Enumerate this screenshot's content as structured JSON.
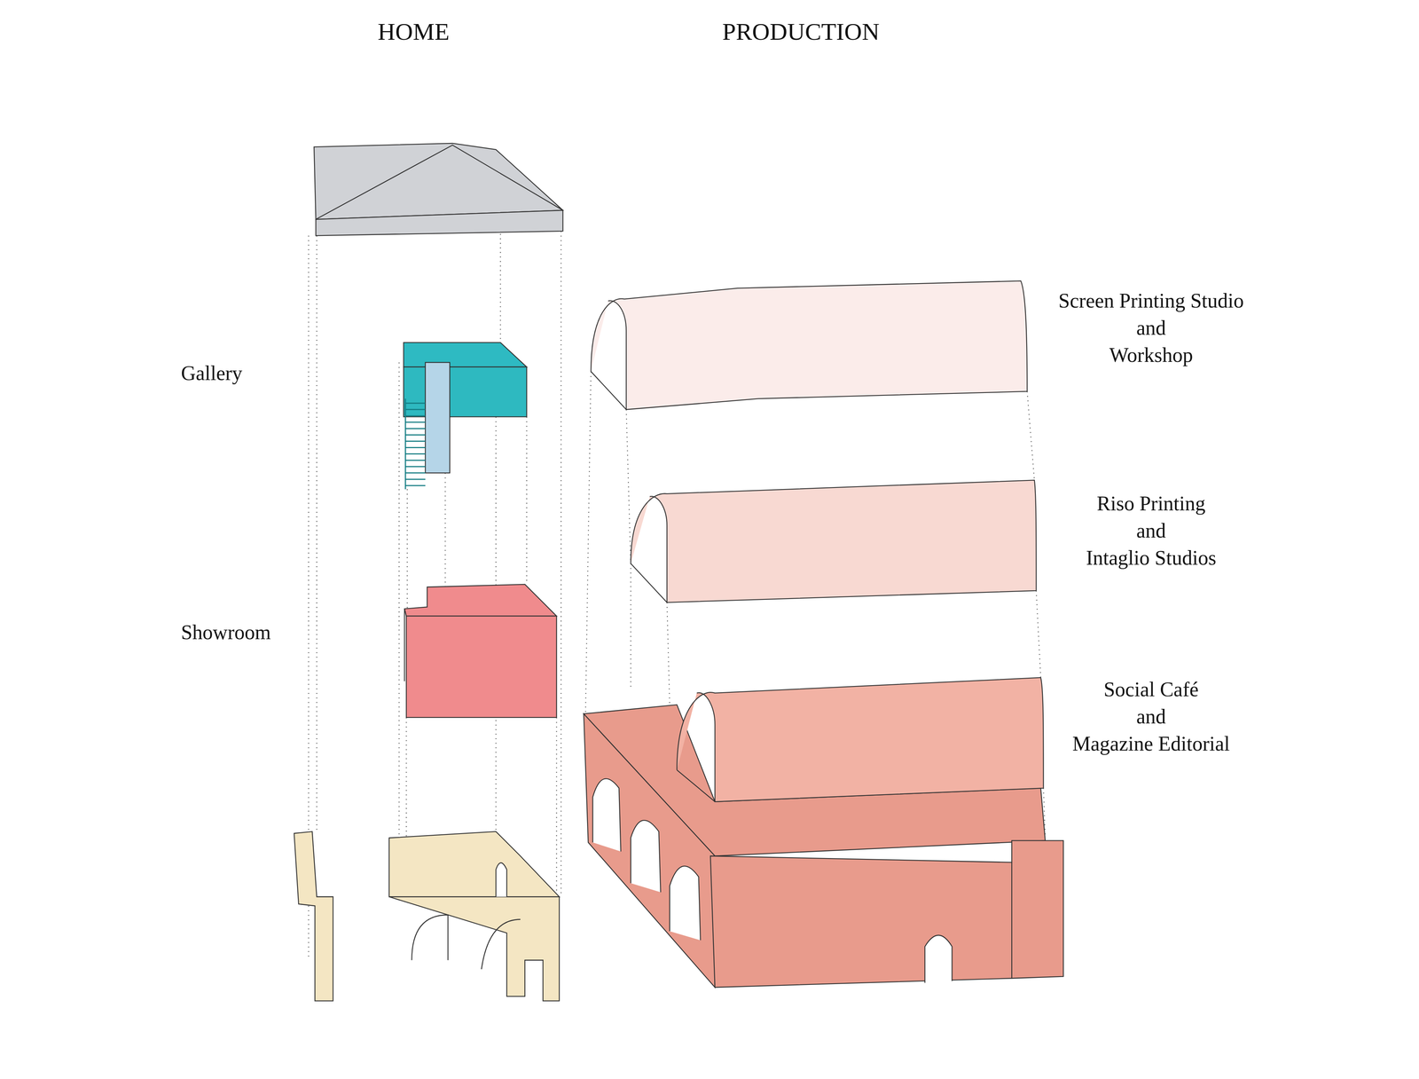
{
  "diagram": {
    "labels": [
      "HOME",
      "PRODUCTION",
      "Gallery",
      "Showroom",
      "Screen Printing Studio and Workshop",
      "Riso Printing and Intaglio Studios",
      "Social Café and Magazine Editorial"
    ]
  }
}
